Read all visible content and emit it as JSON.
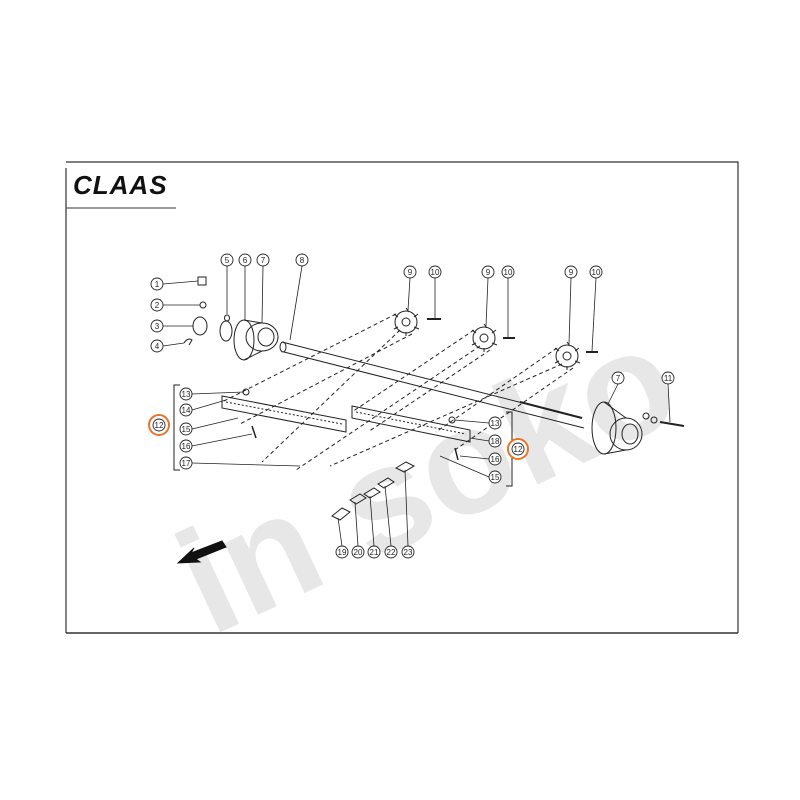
{
  "brand": {
    "logo_text": "CLAAS"
  },
  "watermark": {
    "text": "in soko"
  },
  "accent": {
    "highlight_color": "#e8742a"
  },
  "callouts": {
    "c1": "1",
    "c2": "2",
    "c3": "3",
    "c4": "4",
    "c5": "5",
    "c6": "6",
    "c7": "7",
    "c8": "8",
    "c9a": "9",
    "c10a": "10",
    "c9b": "9",
    "c10b": "10",
    "c9c": "9",
    "c10c": "10",
    "c7b": "7",
    "c11": "11",
    "c13a": "13",
    "c14": "14",
    "c15a": "15",
    "c16a": "16",
    "c17": "17",
    "c12a": "12",
    "c13b": "13",
    "c18": "18",
    "c16b": "16",
    "c15b": "15",
    "c12b": "12",
    "c19": "19",
    "c20": "20",
    "c21": "21",
    "c22": "22",
    "c23": "23"
  }
}
